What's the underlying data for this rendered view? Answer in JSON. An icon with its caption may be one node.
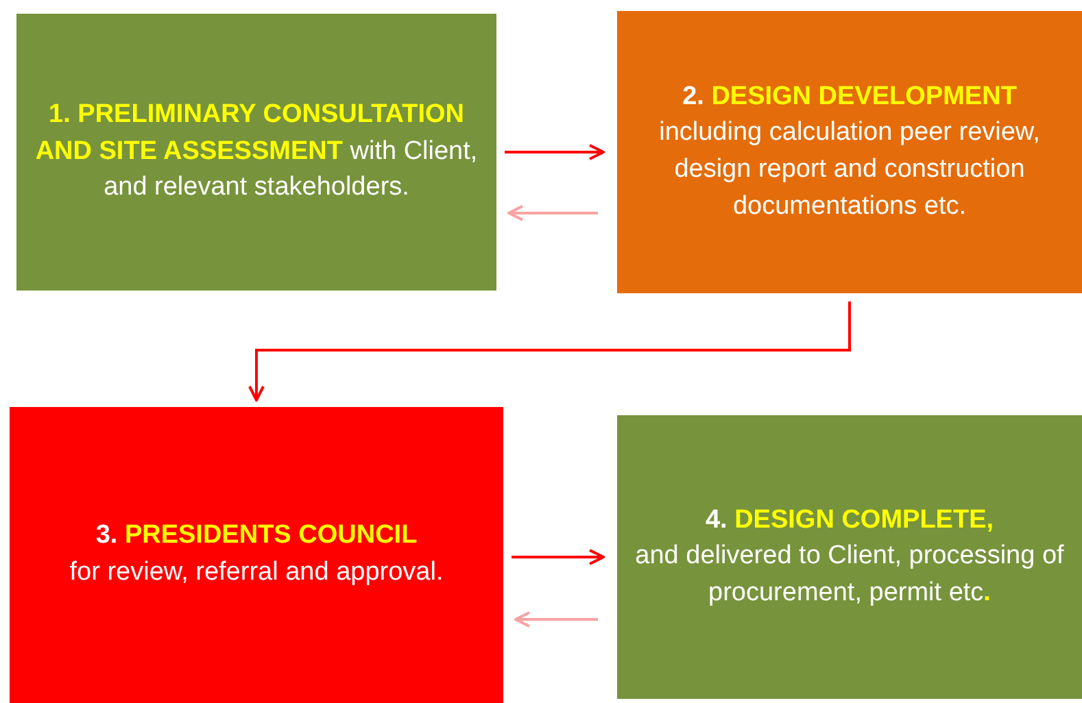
{
  "diagram": {
    "nodes": [
      {
        "text": [
          "**1. PRELIMINARY CONSULTATION  AND SITE ASSESSMENT** with Client, and relevant stakeholders."
        ]
      },
      {
        "text": [
          "2. **DESIGN DEVELOPMENT**",
          "including calculation peer review, design report and construction documentations etc."
        ]
      },
      {
        "text": [
          "3. **PRESIDENTS COUNCIL**",
          "for review, referral and approval."
        ]
      },
      {
        "text": [
          "4.  **DESIGN COMPLETE,**",
          "and delivered to Client, processing of procurement, permit etc**.**"
        ]
      }
    ],
    "edges": [
      {
        "from": 0,
        "to": 1,
        "arrow": "to"
      },
      {
        "from": 1,
        "to": 0,
        "arrow": "to",
        "color": "#f7a3a3"
      },
      {
        "from": 1,
        "to": 2,
        "arrow": "to"
      },
      {
        "from": 2,
        "to": 3,
        "arrow": "to"
      },
      {
        "from": 3,
        "to": 2,
        "arrow": "to",
        "color": "#f7a3a3"
      }
    ]
  }
}
